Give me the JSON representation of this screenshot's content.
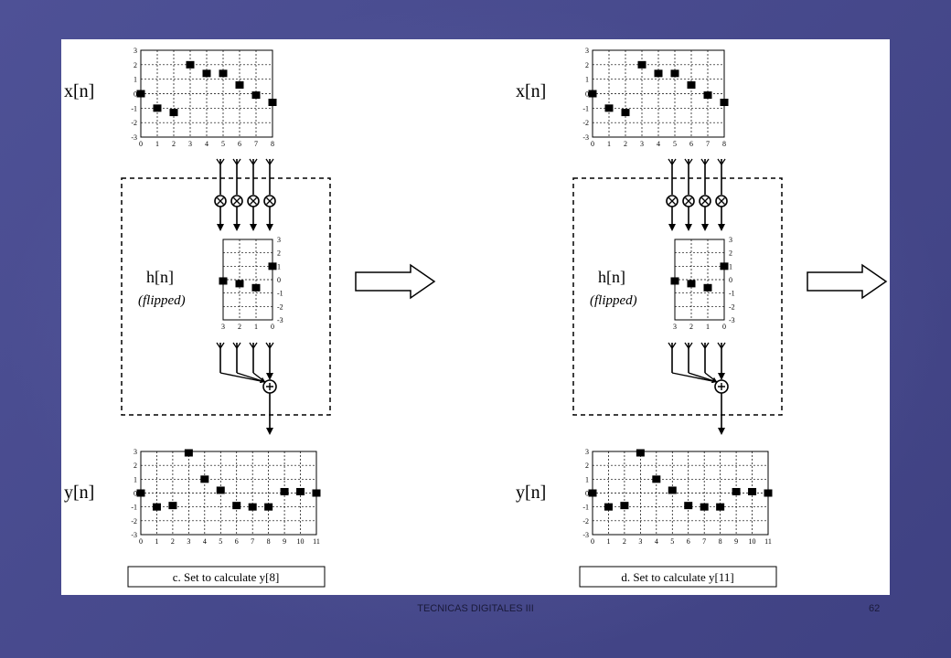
{
  "footer": {
    "course": "TECNICAS DIGITALES III",
    "page": "62"
  },
  "chart_data": [
    {
      "type": "scatter",
      "name": "x[n]",
      "x": [
        0,
        1,
        2,
        3,
        4,
        5,
        6,
        7,
        8
      ],
      "values": [
        0,
        -1,
        -1.3,
        2,
        1.4,
        1.4,
        0.6,
        -0.1,
        -0.6
      ],
      "ylim": [
        -3,
        3
      ],
      "yticks": [
        "3",
        "2",
        "1",
        "0",
        "-1",
        "-2",
        "-3"
      ],
      "xticks": [
        "0",
        "1",
        "2",
        "3",
        "4",
        "5",
        "6",
        "7",
        "8"
      ]
    },
    {
      "type": "scatter",
      "name": "h[n]",
      "subtitle": "(flipped)",
      "x": [
        3,
        2,
        1,
        0
      ],
      "values": [
        -0.1,
        -0.3,
        -0.6,
        1
      ],
      "ylim": [
        -3,
        3
      ],
      "yticks": [
        "3",
        "2",
        "1",
        "0",
        "-1",
        "-2",
        "-3"
      ],
      "xticks": [
        "3",
        "2",
        "1",
        "0"
      ]
    },
    {
      "type": "scatter",
      "name": "y[n]",
      "x": [
        0,
        1,
        2,
        3,
        4,
        5,
        6,
        7,
        8,
        9,
        10,
        11
      ],
      "values": [
        0,
        -1,
        -0.9,
        2.9,
        1,
        0.2,
        -0.9,
        -1,
        -1,
        0.1,
        0.1,
        0
      ],
      "ylim": [
        -3,
        3
      ],
      "yticks": [
        "3",
        "2",
        "1",
        "0",
        "-1",
        "-2",
        "-3"
      ],
      "xticks": [
        "0",
        "1",
        "2",
        "3",
        "4",
        "5",
        "6",
        "7",
        "8",
        "9",
        "10",
        "11"
      ]
    }
  ],
  "panels": [
    {
      "caption": "c. Set to calculate y[8]"
    },
    {
      "caption": "d. Set to calculate y[11]"
    }
  ]
}
